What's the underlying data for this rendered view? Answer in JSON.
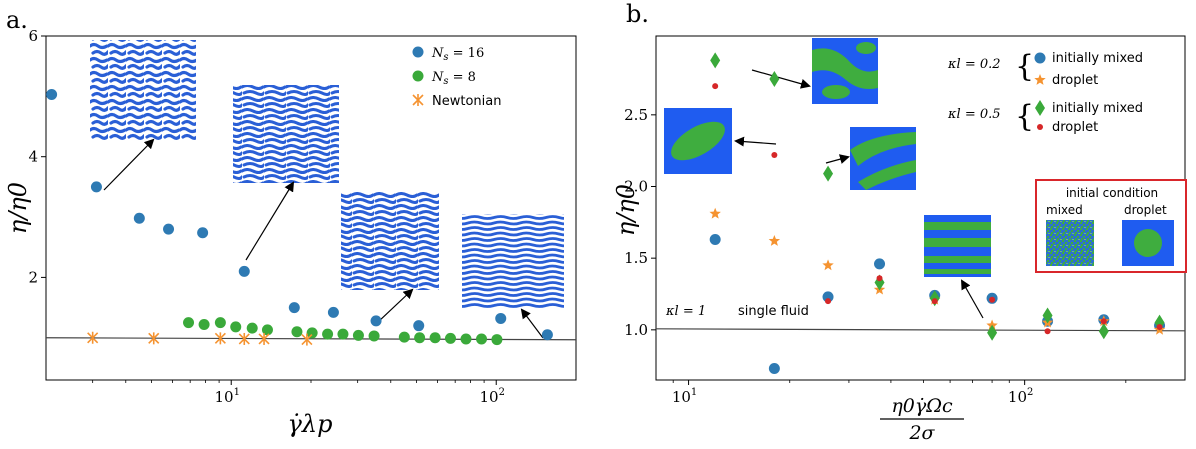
{
  "chart_data": [
    {
      "type": "scatter",
      "panel_label": "a.",
      "x_scale": "log",
      "xlim": [
        2,
        200
      ],
      "ylim": [
        0.3,
        6
      ],
      "x_ticks": [
        {
          "value": 10,
          "label_base": "10",
          "label_exp": "1"
        },
        {
          "value": 100,
          "label_base": "10",
          "label_exp": "2"
        }
      ],
      "y_ticks": [
        {
          "value": 2,
          "label": "2"
        },
        {
          "value": 4,
          "label": "4"
        },
        {
          "value": 6,
          "label": "6"
        }
      ],
      "ylabel": "η/η0",
      "xlabel": "γ̇λp",
      "legend_position": "top-right",
      "series": [
        {
          "name": "N_s = 16",
          "name_parts": {
            "main": "N",
            "sub": "s",
            "rest": " = 16"
          },
          "color": "#2e7ab3",
          "marker": "circle",
          "points": [
            [
              2.1,
              5.03
            ],
            [
              3.1,
              3.5
            ],
            [
              4.5,
              2.98
            ],
            [
              5.8,
              2.8
            ],
            [
              7.8,
              2.74
            ],
            [
              11.2,
              2.1
            ],
            [
              17.3,
              1.5
            ],
            [
              24.3,
              1.42
            ],
            [
              35.2,
              1.28
            ],
            [
              51,
              1.2
            ],
            [
              104,
              1.32
            ],
            [
              156,
              1.05
            ]
          ]
        },
        {
          "name": "N_s = 8",
          "name_parts": {
            "main": "N",
            "sub": "s",
            "rest": " = 8"
          },
          "color": "#3aa93a",
          "marker": "circle",
          "points": [
            [
              6.9,
              1.25
            ],
            [
              7.9,
              1.22
            ],
            [
              9.1,
              1.25
            ],
            [
              10.4,
              1.18
            ],
            [
              12,
              1.16
            ],
            [
              13.7,
              1.13
            ],
            [
              17.7,
              1.1
            ],
            [
              20.2,
              1.08
            ],
            [
              23.1,
              1.06
            ],
            [
              26.4,
              1.06
            ],
            [
              30.2,
              1.04
            ],
            [
              34.6,
              1.03
            ],
            [
              45,
              1.01
            ],
            [
              51.4,
              1.0
            ],
            [
              58.8,
              1.0
            ],
            [
              67.2,
              0.99
            ],
            [
              76.9,
              0.98
            ],
            [
              88,
              0.98
            ],
            [
              100.6,
              0.97
            ]
          ]
        },
        {
          "name": "Newtonian",
          "color": "#f59330",
          "marker": "x",
          "points": [
            [
              3.0,
              1.0
            ],
            [
              5.1,
              0.99
            ],
            [
              9.1,
              0.99
            ],
            [
              11.2,
              0.98
            ],
            [
              13.3,
              0.98
            ],
            [
              19.3,
              0.97
            ]
          ]
        }
      ],
      "reference_line": {
        "y": 1.0
      }
    },
    {
      "type": "scatter",
      "panel_label": "b.",
      "x_scale": "log",
      "xlim": [
        8,
        300
      ],
      "ylim": [
        0.65,
        3.05
      ],
      "x_ticks": [
        {
          "value": 10,
          "label_base": "10",
          "label_exp": "1"
        },
        {
          "value": 100,
          "label_base": "10",
          "label_exp": "2"
        }
      ],
      "y_ticks": [
        {
          "value": 1.0,
          "label": "1.0"
        },
        {
          "value": 1.5,
          "label": "1.5"
        },
        {
          "value": 2.0,
          "label": "2.0"
        },
        {
          "value": 2.5,
          "label": "2.5"
        }
      ],
      "ylabel": "η/η0",
      "xlabel_num": "η0γ̇Ωc",
      "xlabel_den": "2σ",
      "legend": {
        "group1_kappa": "κl = 0.2",
        "group2_kappa": "κl = 0.5",
        "initially_mixed": "initially mixed",
        "droplet": "droplet"
      },
      "series": [
        {
          "name": "κl=0.2 initially mixed",
          "color": "#2e7ab3",
          "marker": "circle",
          "points": [
            [
              12,
              1.63
            ],
            [
              18,
              0.73
            ],
            [
              26,
              1.23
            ],
            [
              37,
              1.46
            ],
            [
              54,
              1.24
            ],
            [
              80,
              1.22
            ],
            [
              117,
              1.06
            ],
            [
              172,
              1.07
            ],
            [
              252,
              1.03
            ]
          ]
        },
        {
          "name": "κl=0.2 droplet",
          "color": "#f59330",
          "marker": "star",
          "points": [
            [
              12,
              1.81
            ],
            [
              18,
              1.62
            ],
            [
              26,
              1.45
            ],
            [
              37,
              1.28
            ],
            [
              54,
              1.21
            ],
            [
              80,
              1.03
            ],
            [
              117,
              1.05
            ],
            [
              172,
              1.06
            ],
            [
              252,
              1.0
            ]
          ]
        },
        {
          "name": "κl=0.5 initially mixed",
          "color": "#3aa93a",
          "marker": "diamond",
          "points": [
            [
              12,
              2.88
            ],
            [
              18,
              2.75
            ],
            [
              26,
              2.09
            ],
            [
              37,
              1.33
            ],
            [
              54,
              1.22
            ],
            [
              80,
              0.98
            ],
            [
              117,
              1.1
            ],
            [
              172,
              0.99
            ],
            [
              252,
              1.05
            ]
          ]
        },
        {
          "name": "κl=0.5 droplet",
          "color": "#d62728",
          "marker": "small-circle",
          "points": [
            [
              12,
              2.7
            ],
            [
              18,
              2.22
            ],
            [
              26,
              1.2
            ],
            [
              37,
              1.36
            ],
            [
              54,
              1.2
            ],
            [
              80,
              1.21
            ],
            [
              117,
              0.99
            ],
            [
              172,
              1.06
            ],
            [
              252,
              1.02
            ]
          ]
        }
      ],
      "reference_line": {
        "y": 1.0
      },
      "annotations": {
        "kappa_one": "κl = 1",
        "single_fluid": "single fluid"
      },
      "inset_box": {
        "title": "initial condition",
        "left_label": "mixed",
        "right_label": "droplet"
      }
    }
  ],
  "colors": {
    "stripe_blue": "#2a5fd6",
    "sim_green": "#3fad3f",
    "sim_blue": "#1f5cf0",
    "inset_border": "#d9262b"
  }
}
